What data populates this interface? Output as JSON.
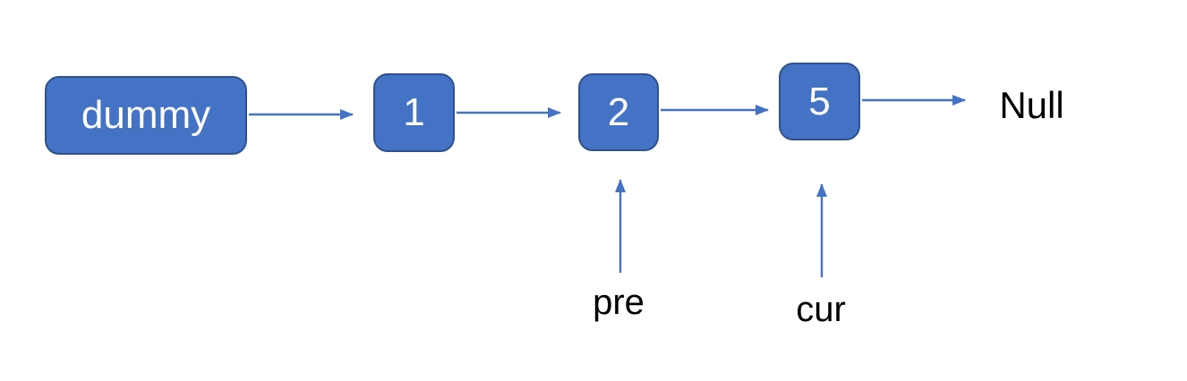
{
  "diagram": {
    "type": "linked-list",
    "colors": {
      "node_fill": "#4472C4",
      "node_border": "#2F528F",
      "arrow": "#4472C4",
      "node_text": "#FFFFFF",
      "label_text": "#000000",
      "background": "#FFFFFF"
    },
    "nodes": [
      {
        "id": "dummy",
        "label": "dummy"
      },
      {
        "id": "node-1",
        "label": "1"
      },
      {
        "id": "node-2",
        "label": "2"
      },
      {
        "id": "node-5",
        "label": "5"
      }
    ],
    "terminator": {
      "label": "Null"
    },
    "pointers": [
      {
        "id": "pre",
        "label": "pre",
        "target": "node-2"
      },
      {
        "id": "cur",
        "label": "cur",
        "target": "node-5"
      }
    ]
  }
}
